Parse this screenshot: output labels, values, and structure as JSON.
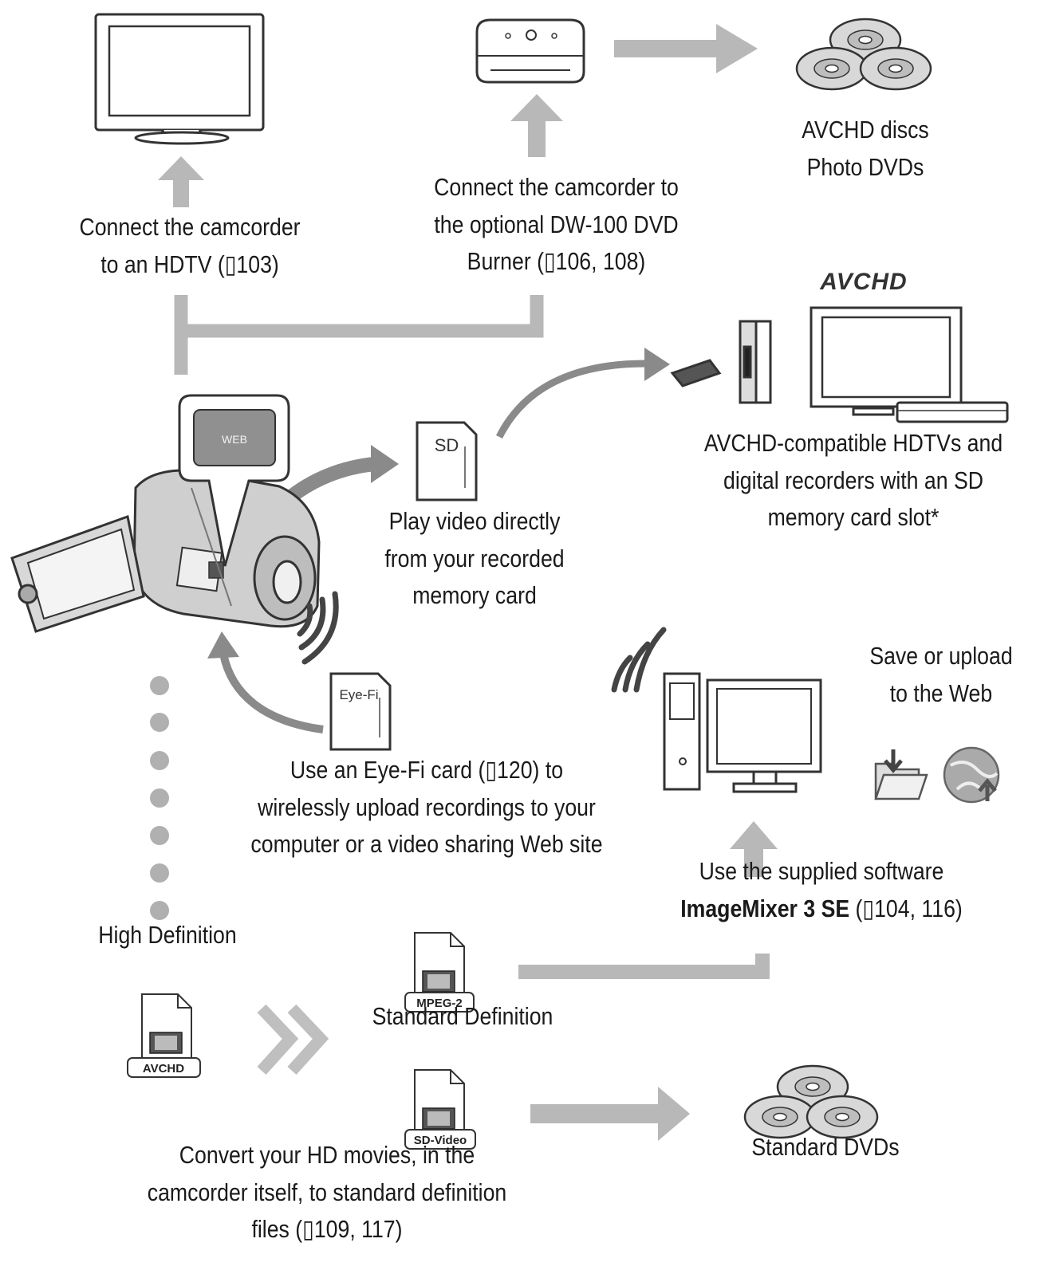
{
  "hdtv": {
    "lines": [
      "Connect the camcorder",
      "to an HDTV (▯103)"
    ]
  },
  "dvd_burner": {
    "lines": [
      "Connect the camcorder to",
      "the optional DW-100 DVD",
      "Burner (▯106, 108)"
    ]
  },
  "avchd_discs": {
    "lines": [
      "AVCHD discs",
      "Photo DVDs"
    ]
  },
  "avchd_logo": "AVCHD",
  "avchd_tv": {
    "lines": [
      "AVCHD-compatible HDTVs and",
      "digital recorders with an SD",
      "memory card slot*"
    ]
  },
  "web_bubble": "WEB",
  "sd_card": "SD",
  "play_direct": {
    "lines": [
      "Play video directly",
      "from your recorded",
      "memory card"
    ]
  },
  "eyefi_card": "Eye-Fi",
  "eyefi": {
    "lines": [
      "Use an Eye-Fi card (▯120) to",
      "wirelessly upload recordings to your",
      "computer or a video sharing Web site"
    ]
  },
  "save_upload": {
    "lines": [
      "Save or upload",
      "to the Web"
    ]
  },
  "software": {
    "line1": "Use the supplied software",
    "bold": "ImageMixer 3 SE",
    "line2_rest": " (▯104, 116)"
  },
  "high_def": "High Definition",
  "file_tags": {
    "avchd": "AVCHD",
    "mpeg2": "MPEG-2",
    "sdvideo": "SD-Video"
  },
  "standard_def": "Standard Definition",
  "standard_dvds": "Standard DVDs",
  "convert": {
    "lines": [
      "Convert your HD movies, in the",
      "camcorder itself, to standard definition",
      "files (▯109, 117)"
    ]
  },
  "colors": {
    "arrow": "#b8b8b8",
    "line": "#222222",
    "dark_arrow": "#8a8a8a"
  }
}
